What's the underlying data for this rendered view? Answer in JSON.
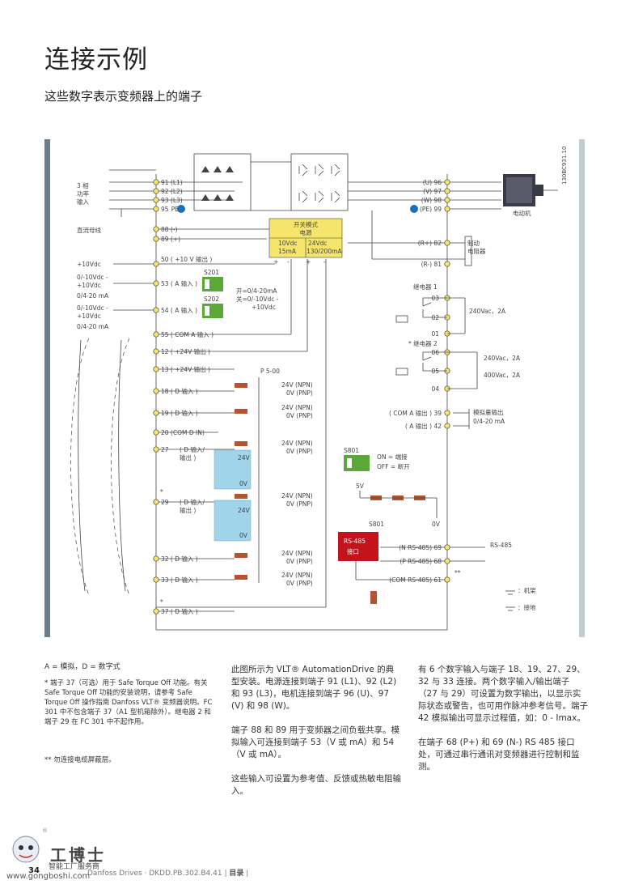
{
  "title": "连接示例",
  "subtitle": "这些数字表示变频器上的端子",
  "diagram": {
    "ref_code": "130BC931.10",
    "left_labels": {
      "three_phase": [
        "3 相",
        "功率",
        "输入"
      ],
      "dc_bus": "直流母线",
      "v10": "+10Vdc",
      "ai53": [
        "0/-10Vdc -",
        "+10Vdc",
        "0/4-20 mA"
      ],
      "ai54": [
        "0/-10Vdc -",
        "+10Vdc",
        "0/4-20 mA"
      ]
    },
    "terminals": {
      "t91": "91 (L1)",
      "t92": "92 (L2)",
      "t93": "93 (L3)",
      "t95": "95",
      "pe_left": "PE",
      "t88": "88 (-)",
      "t89": "89 (+)",
      "t50": "50 ( +10 V 输出 )",
      "t53": "53 ( A 输入 )",
      "t54": "54 ( A 输入 )",
      "t55": "55 ( COM A 输入 )",
      "t12": "12 ( +24V 输出 )",
      "t13": "13 ( +24V 输出 )",
      "t18": "18 ( D 输入 )",
      "t19": "19 ( D 输入 )",
      "t20": "20    (COM D IN)",
      "t27": "27",
      "t27_label": [
        "( D 输入/",
        "输出 )"
      ],
      "t29": "29",
      "t29_label": [
        "( D 输入/",
        "输出 )"
      ],
      "t32": "32 ( D 输入 )",
      "t33": "33 ( D 输入 )",
      "t37": "37 ( D 输入 )",
      "star": "*"
    },
    "switches": {
      "s201": "S201",
      "s202": "S202",
      "s201_text": [
        "开=0/4-20mA",
        "关=0/-10Vdc -",
        "+10Vdc"
      ],
      "on_text": "ON",
      "s801": "S801",
      "s801_text": [
        "ON = 端接",
        "OFF = 断开"
      ],
      "s801b": "S801"
    },
    "psu": {
      "title": [
        "开关模式",
        "电源"
      ],
      "left": [
        "10Vdc",
        "15mA"
      ],
      "right": [
        "24Vdc",
        "130/200mA"
      ],
      "signs": [
        "+",
        "-",
        "+",
        "-"
      ]
    },
    "right_terminals": {
      "u96": "(U) 96",
      "v97": "(V) 97",
      "w98": "(W) 98",
      "pe99": "(PE) 99",
      "motor": "电动机",
      "r82": "(R+) 82",
      "r81": "(R-) 81",
      "brake": [
        "制动",
        "电阻器"
      ],
      "relay1": "继电器 1",
      "relay2": "* 继电器 2",
      "r03": "03",
      "r02": "02",
      "r01": "01",
      "r06": "06",
      "r05": "05",
      "r04": "04",
      "relay1_rating": "240Vac，2A",
      "relay2_rating1": "240Vac，2A",
      "relay2_rating2": "400Vac，2A",
      "t39": "( COM A 输出 ) 39",
      "t42": "( A 输出 ) 42",
      "analog_out": [
        "模拟量输出",
        "0/4-20 mA"
      ],
      "v5": "5V",
      "v0": "0V",
      "rs485_box": [
        "RS-485",
        "接口"
      ],
      "t69": "(N RS-485) 69",
      "t68": "(P RS-485) 68",
      "t61": "(COM RS-485) 61",
      "rs485": "RS-485",
      "dstar": "**",
      "chassis": "：机架",
      "earth": "：接地"
    },
    "pnp": {
      "p500": "P 5-00",
      "npn": "24V (NPN)",
      "pnp": "0V (PNP)",
      "v24": "24V",
      "v0": "0V"
    }
  },
  "notes": {
    "legend": "A = 模拟，D = 数字式",
    "note1_star": "*",
    "note1": "端子 37（可选）用于 Safe Torque Off 功能。有关 Safe Torque Off 功能的安装说明，请参考 Safe Torque Off 操作指南 Danfoss VLT® 变频器说明。FC 301 中不包含端子 37（A1 型机箱除外）。继电器 2 和端子 29 在 FC 301 中不起作用。",
    "note2": "**  勿连接电缆屏蔽层。"
  },
  "body": {
    "c2p1": "此图所示为 VLT® AutomationDrive 的典型安装。电源连接到端子 91 (L1)、92 (L2) 和 93 (L3)，电机连接到端子 96 (U)、97 (V) 和 98 (W)。",
    "c2p2": "端子 88 和 89 用于变频器之间负载共享。模拟输入可连接到端子 53（V 或 mA）和 54（V 或 mA）。",
    "c2p3": "这些输入可设置为参考值、反馈或热敏电阻输入。",
    "c3p1": "有 6 个数字输入与端子 18、19、27、29、32 与 33 连接。两个数字输入/输出端子（27 与 29）可设置为数字输出，以显示实际状态或警告，也可用作脉冲参考信号。端子 42 模拟输出可显示过程值，如：0 - Imax。",
    "c3p2": "在端子 68 (P+) 和 69 (N-) RS 485 接口处，可通过串行通讯对变频器进行控制和监测。"
  },
  "footer": {
    "logo": "工博士",
    "logo_sub": "智能工厂服务商",
    "url": "www.gongboshi.com",
    "page": "34",
    "doc": "Danfoss Drives · DKDD.PB.302.B4.41",
    "toc": "目录",
    "reg": "®"
  },
  "colors": {
    "green": "#5aa83a",
    "blue": "#9fd4ea",
    "yellow": "#f5e56b",
    "red": "#c3141b",
    "brown": "#b5542c",
    "line": "#444444",
    "bar_left": "#6b7d8a",
    "bar_right": "#c3ccd3",
    "pe_blue": "#1e6fb8"
  }
}
